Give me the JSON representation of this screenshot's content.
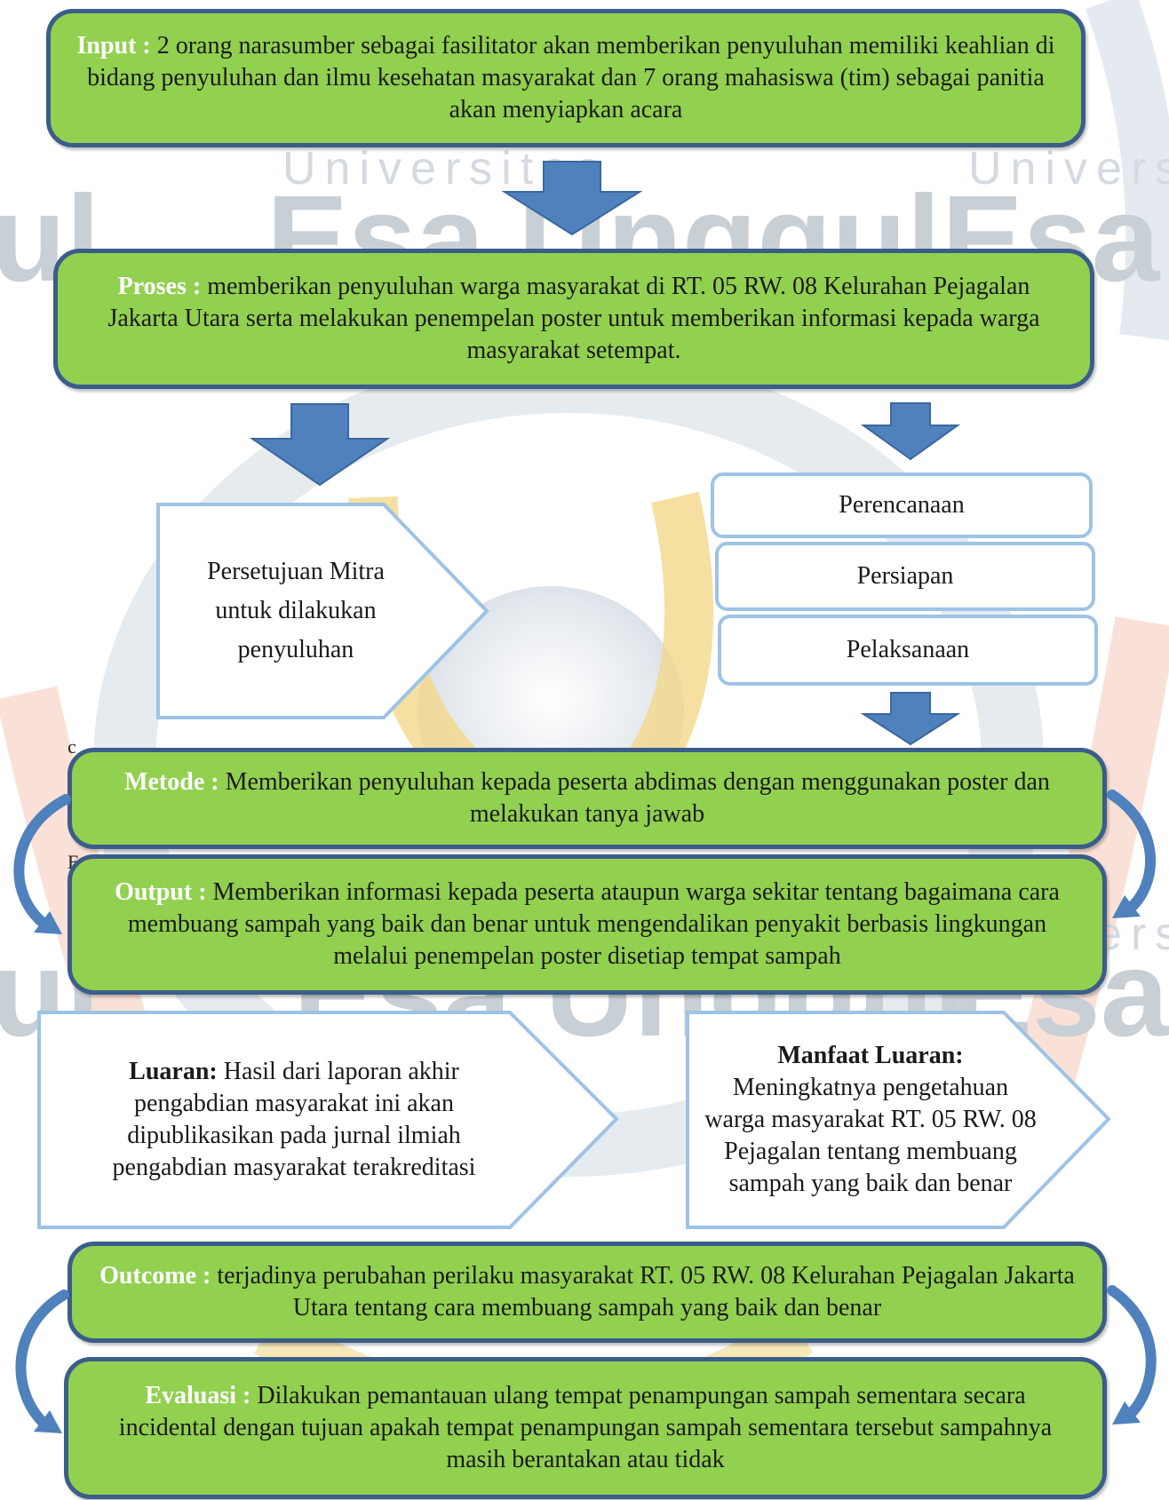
{
  "watermark": {
    "universitas": "Universitas",
    "brand": "Esa Unggul",
    "universitas_partial": "Universi",
    "brand_partial": "Esa",
    "brand_left_partial": "ul"
  },
  "input": {
    "label": "Input :",
    "text": " 2 orang narasumber sebagai fasilitator akan memberikan penyuluhan memiliki keahlian di bidang penyuluhan dan ilmu kesehatan masyarakat dan 7 orang mahasiswa (tim) sebagai panitia akan menyiapkan acara"
  },
  "proses": {
    "label": "Proses :",
    "text": " memberikan penyuluhan warga masyarakat di RT. 05 RW. 08 Kelurahan Pejagalan  Jakarta  Utara serta melakukan penempelan poster untuk memberikan informasi kepada warga masyarakat setempat."
  },
  "persetujuan": {
    "line1": "Persetujuan Mitra",
    "line2": "untuk dilakukan",
    "line3": "penyuluhan"
  },
  "steps": [
    "Perencanaan",
    "Persiapan",
    "Pelaksanaan"
  ],
  "metode": {
    "label": "Metode :",
    "text": " Memberikan penyuluhan kepada peserta abdimas dengan menggunakan poster dan melakukan tanya jawab"
  },
  "output": {
    "label": "Output :",
    "text": " Memberikan informasi kepada peserta ataupun warga sekitar tentang bagaimana cara membuang sampah yang baik dan benar untuk mengendalikan penyakit berbasis lingkungan melalui penempelan poster disetiap tempat sampah"
  },
  "luaran": {
    "label": "Luaran:",
    "text": " Hasil dari laporan akhir pengabdian masyarakat ini akan dipublikasikan pada jurnal ilmiah pengabdian masyarakat terakreditasi"
  },
  "manfaat": {
    "label": "Manfaat Luaran:",
    "text": "Meningkatnya pengetahuan warga masyarakat RT. 05 RW. 08 Pejagalan tentang membuang sampah yang baik dan benar"
  },
  "outcome": {
    "label": "Outcome :",
    "text": " terjadinya perubahan perilaku masyarakat RT. 05 RW. 08 Kelurahan Pejagalan  Jakarta  Utara tentang cara membuang sampah yang baik dan benar"
  },
  "evaluasi": {
    "label": "Evaluasi :",
    "text": " Dilakukan pemantauan ulang tempat penampungan sampah sementara secara incidental dengan tujuan apakah tempat penampungan sampah sementara tersebut sampahnya masih berantakan atau tidak"
  },
  "stray": {
    "c": "c",
    "e": "E"
  },
  "colors": {
    "green": "#92d050",
    "box_border": "#3b5d8a",
    "arrow": "#4f81bd",
    "light_border": "#9dc3e6",
    "label_text": "#ffffff"
  }
}
